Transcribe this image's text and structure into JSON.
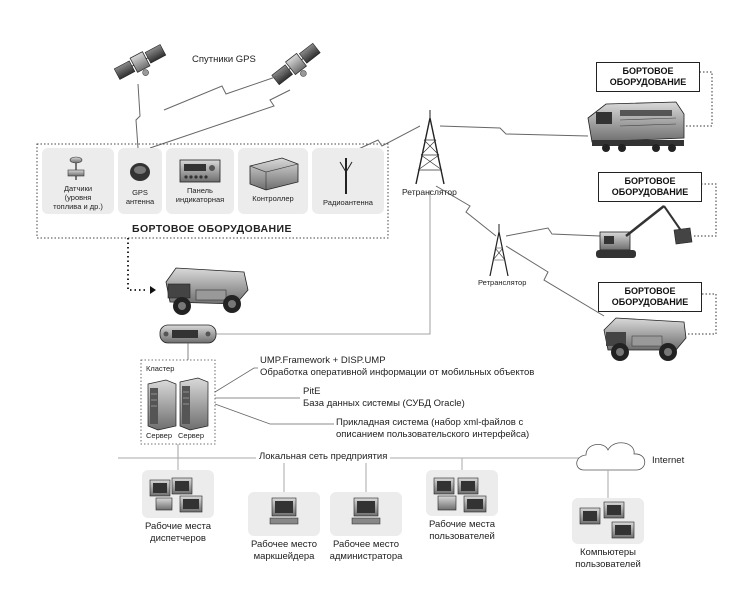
{
  "satellites_label": "Спутники GPS",
  "onboard": {
    "title": "БОРТОВОЕ ОБОРУДОВАНИЕ",
    "items": [
      {
        "label": "Датчики\n(уровня\nтоплива и др.)"
      },
      {
        "label": "GPS\nантенна"
      },
      {
        "label": "Панель\nиндикаторная"
      },
      {
        "label": "Контроллер"
      },
      {
        "label": "Радиоантенна"
      }
    ]
  },
  "relays": {
    "main": "Ретранслятор",
    "secondary": "Ретранслятор"
  },
  "right_equipment": [
    {
      "label": "БОРТОВОЕ\nОБОРУДОВАНИЕ"
    },
    {
      "label": "БОРТОВОЕ\nОБОРУДОВАНИЕ"
    },
    {
      "label": "БОРТОВОЕ\nОБОРУДОВАНИЕ"
    }
  ],
  "cluster": {
    "title": "Кластер",
    "server_label": "Сервер"
  },
  "software": [
    {
      "line1": "UMP.Framework + DISP.UMP",
      "line2": "Обработка оперативной информации от мобильных объектов"
    },
    {
      "line1": "PitE",
      "line2": "База данных системы (СУБД Oracle)"
    },
    {
      "line1": "Прикладная система (набор xml-файлов с",
      "line2": "описанием пользовательского интерфейса)"
    }
  ],
  "network": {
    "lan": "Локальная сеть предприятия",
    "internet": "Internet"
  },
  "workstations": [
    {
      "label": "Рабочие места\nдиспетчеров"
    },
    {
      "label": "Рабочее место\nмаркшейдера"
    },
    {
      "label": "Рабочее место\nадминистратора"
    },
    {
      "label": "Рабочие места\nпользователей"
    },
    {
      "label": "Компьютеры\nпользователей"
    }
  ]
}
